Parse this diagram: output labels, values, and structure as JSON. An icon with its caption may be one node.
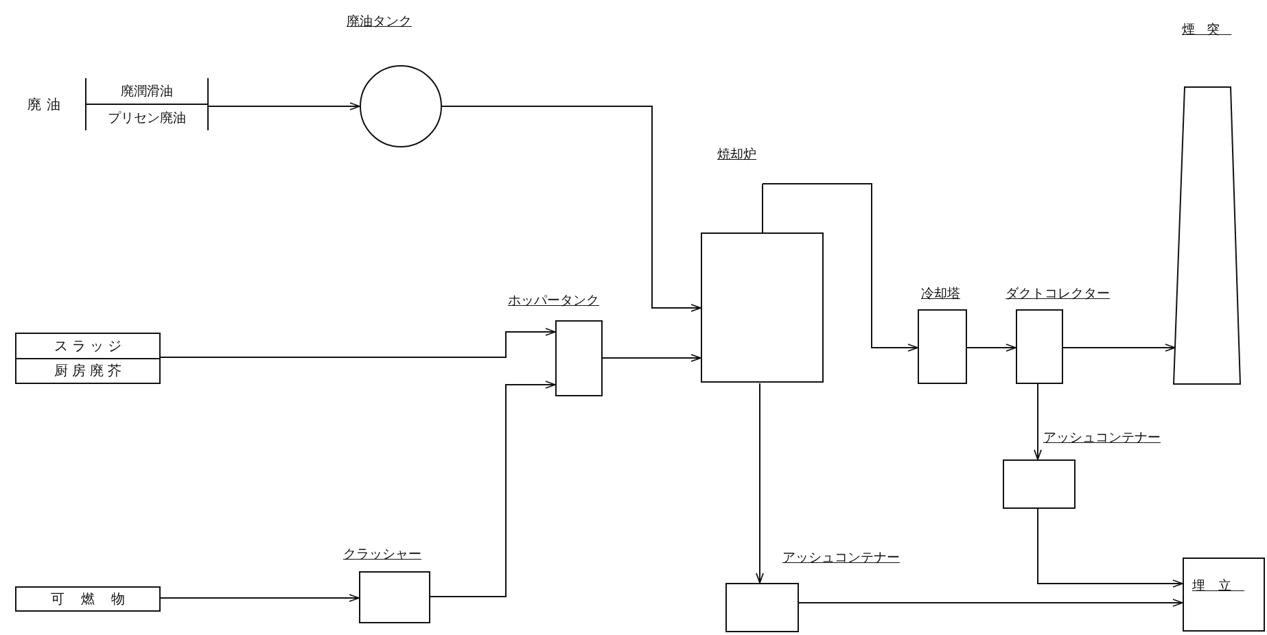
{
  "diagram": {
    "nodes": [
      {
        "text": [
          "廃油",
          "廃潤滑油",
          "プリセン廃油"
        ]
      },
      {
        "text": [
          "廃油タンク"
        ]
      },
      {
        "text": [
          "スラッジ",
          "厨房廃芥"
        ]
      },
      {
        "text": [
          "可燃物"
        ]
      },
      {
        "text": [
          "クラッシャー"
        ]
      },
      {
        "text": [
          "ホッパータンク"
        ]
      },
      {
        "text": [
          "焼却炉"
        ]
      },
      {
        "text": [
          "冷却塔"
        ]
      },
      {
        "text": [
          "ダクトコレクター"
        ]
      },
      {
        "text": [
          "煙突"
        ]
      },
      {
        "text": [
          "アッシュコンテナー"
        ]
      },
      {
        "text": [
          "アッシュコンテナー"
        ]
      },
      {
        "text": [
          "埋立"
        ]
      }
    ],
    "edges": [
      {
        "from": 0,
        "to": 1,
        "arrow": "to"
      },
      {
        "from": 1,
        "to": 6,
        "arrow": "to"
      },
      {
        "from": 2,
        "to": 5,
        "arrow": "to"
      },
      {
        "from": 3,
        "to": 4,
        "arrow": "to"
      },
      {
        "from": 4,
        "to": 5,
        "arrow": "to"
      },
      {
        "from": 5,
        "to": 6,
        "arrow": "to"
      },
      {
        "from": 6,
        "to": 7,
        "arrow": "to"
      },
      {
        "from": 7,
        "to": 8,
        "arrow": "to"
      },
      {
        "from": 8,
        "to": 9,
        "arrow": "to"
      },
      {
        "from": 8,
        "to": 10,
        "arrow": "to"
      },
      {
        "from": 6,
        "to": 11,
        "arrow": "to"
      },
      {
        "from": 10,
        "to": 12,
        "arrow": "to"
      },
      {
        "from": 11,
        "to": 12,
        "arrow": "to"
      }
    ]
  }
}
